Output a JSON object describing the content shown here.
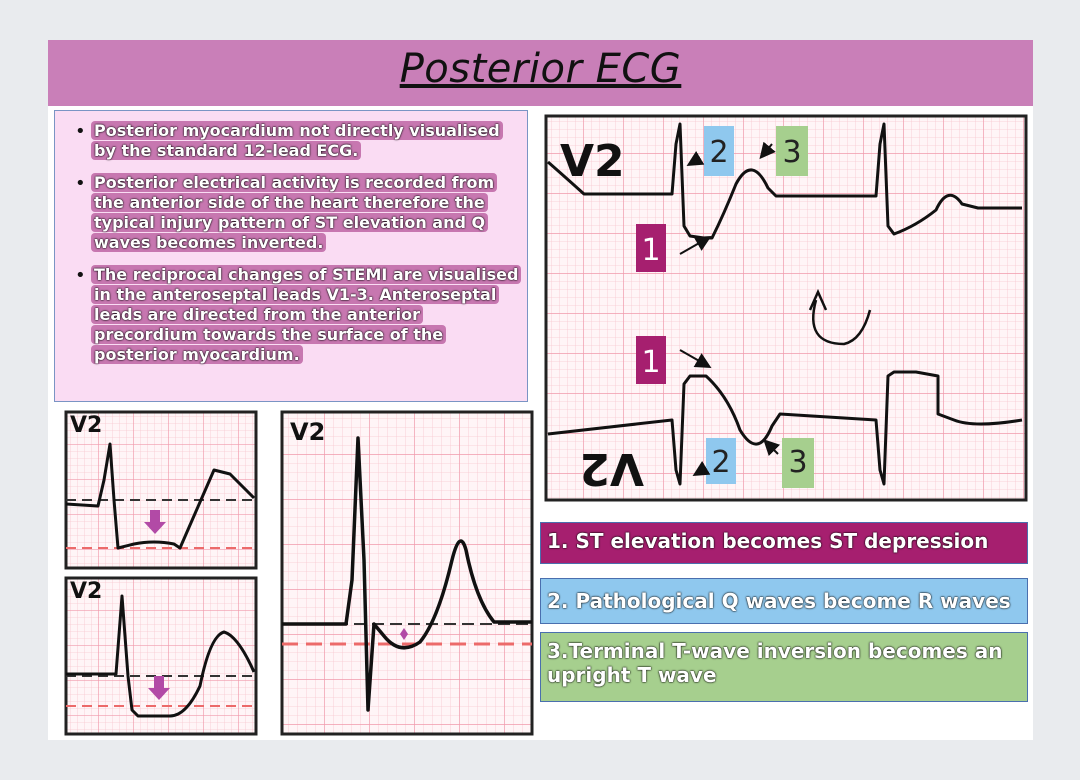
{
  "title": "Posterior ECG",
  "bullets": [
    "Posterior myocardium not directly visualised by the standard 12-lead ECG.",
    "Posterior electrical activity is recorded from the anterior side of the heart therefore the typical injury pattern of ST elevation and Q waves becomes inverted.",
    "The reciprocal changes of STEMI are visualised in the anteroseptal leads V1-3. Anteroseptal leads are directed from the anterior precordium towards the surface of the posterior myocardium."
  ],
  "main_ecg": {
    "lead_label": "V2",
    "lead_label_inverted": "V2",
    "markers": [
      {
        "text": "1",
        "color": "#a61f6f"
      },
      {
        "text": "2",
        "color": "#8fc8ee"
      },
      {
        "text": "3",
        "color": "#a6cf8e"
      }
    ]
  },
  "small_ecgs": [
    {
      "lead_label": "V2"
    },
    {
      "lead_label": "V2"
    },
    {
      "lead_label": "V2"
    }
  ],
  "legend": [
    {
      "text": "1. ST elevation becomes ST depression",
      "color": "#a61f6f"
    },
    {
      "text": "2. Pathological Q waves become R waves",
      "color": "#8fc8ee"
    },
    {
      "text": "3.Terminal T-wave inversion becomes an upright T wave",
      "color": "#a6cf8e"
    }
  ],
  "colors": {
    "title_bar": "#c97fb8",
    "info_box_bg": "#fadcf3",
    "highlight": "#c777b0",
    "grid_line": "#f3a7b6",
    "reference_dash": "#ec6a6a",
    "arrow_purple": "#b24aa6"
  }
}
